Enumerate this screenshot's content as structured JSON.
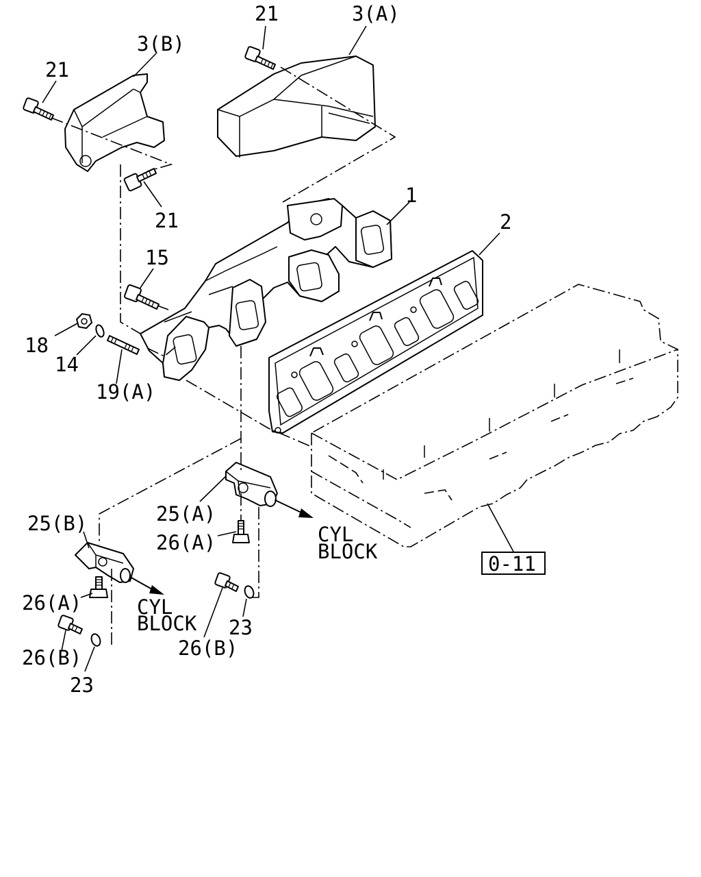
{
  "diagram": {
    "callouts": {
      "c_21_top": "21",
      "c_3a": "3(A)",
      "c_3b": "3(B)",
      "c_21_left": "21",
      "c_21_mid": "21",
      "c_1": "1",
      "c_2": "2",
      "c_15": "15",
      "c_18": "18",
      "c_14": "14",
      "c_19a": "19(A)",
      "c_25a": "25(A)",
      "c_26a_mid": "26(A)",
      "c_25b": "25(B)",
      "c_26a_left": "26(A)",
      "c_26b_left": "26(B)",
      "c_23_left": "23",
      "c_26b_mid": "26(B)",
      "c_23_mid": "23"
    },
    "direction_notes": {
      "cyl_block_right": [
        "CYL",
        "BLOCK"
      ],
      "cyl_block_left": [
        "CYL",
        "BLOCK"
      ]
    },
    "reference_box": "0-11"
  }
}
